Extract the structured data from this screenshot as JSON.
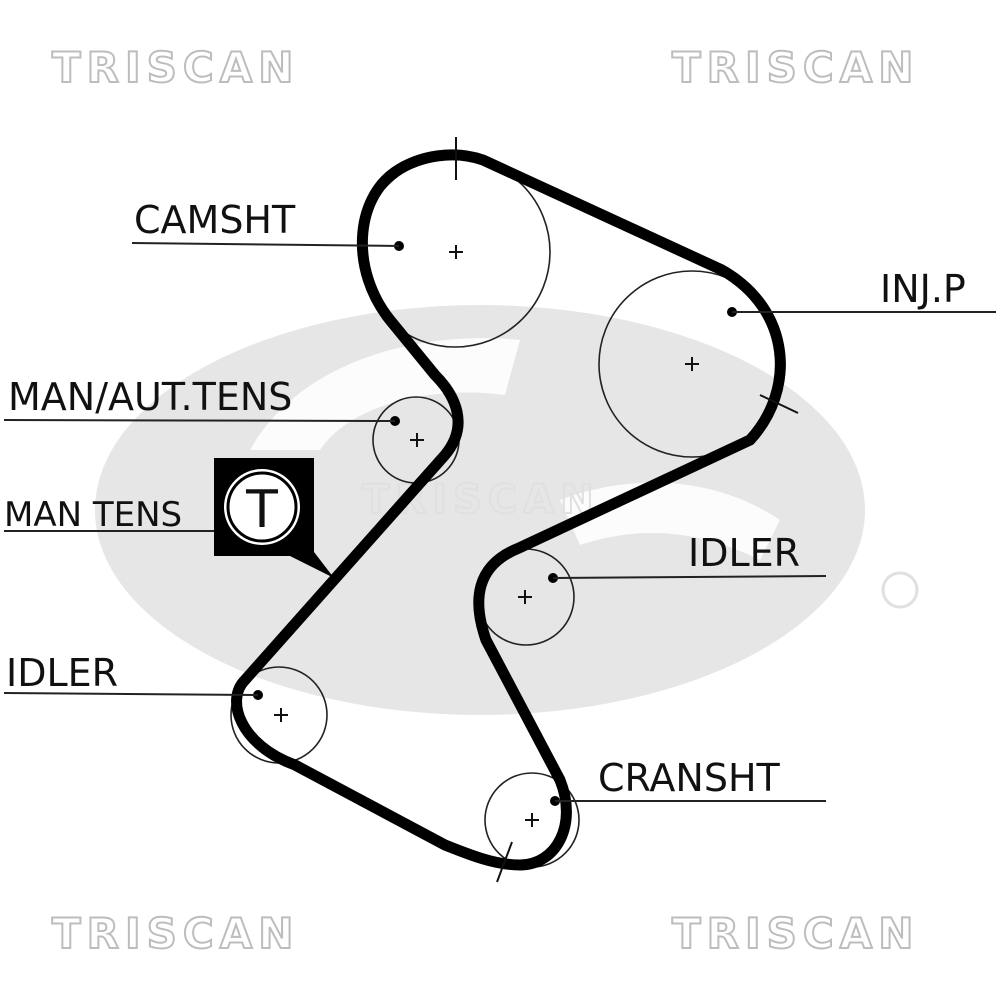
{
  "watermarks": {
    "top_left": "TRISCAN",
    "top_right": "TRISCAN",
    "center": "TRISCAN",
    "bottom_left": "TRISCAN",
    "bottom_right": "TRISCAN"
  },
  "labels": {
    "camshaft": "CAMSHT",
    "injection_pump": "INJ.P",
    "auto_tensioner": "MAN/AUT.TENS",
    "manual_tensioner": "MAN TENS",
    "manual_tensioner_symbol": "T",
    "idler_right": "IDLER",
    "idler_left": "IDLER",
    "crankshaft": "CRANSHT"
  },
  "colors": {
    "belt": "#000000",
    "background_logo": "#e6e6e6",
    "watermark_outline": "#bdbdbd"
  }
}
